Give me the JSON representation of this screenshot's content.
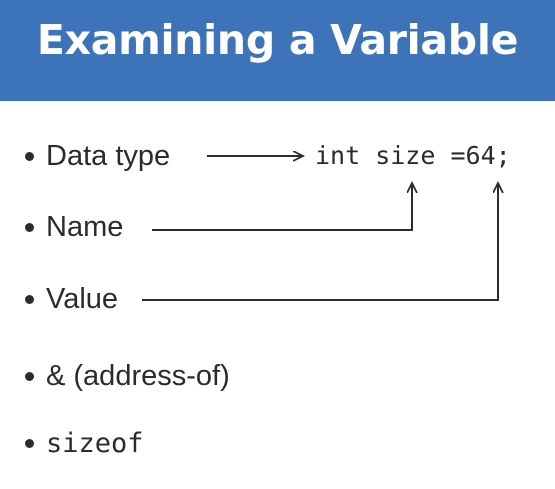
{
  "slide": {
    "title": "Examining a Variable",
    "code": "int size =64;",
    "bullets": [
      {
        "label": "Data type"
      },
      {
        "label": "Name"
      },
      {
        "label": "Value"
      },
      {
        "label": "& (address-of)"
      },
      {
        "label": "sizeof"
      }
    ]
  },
  "colors": {
    "header": "#3d73b8",
    "text": "#2b2b2b"
  }
}
